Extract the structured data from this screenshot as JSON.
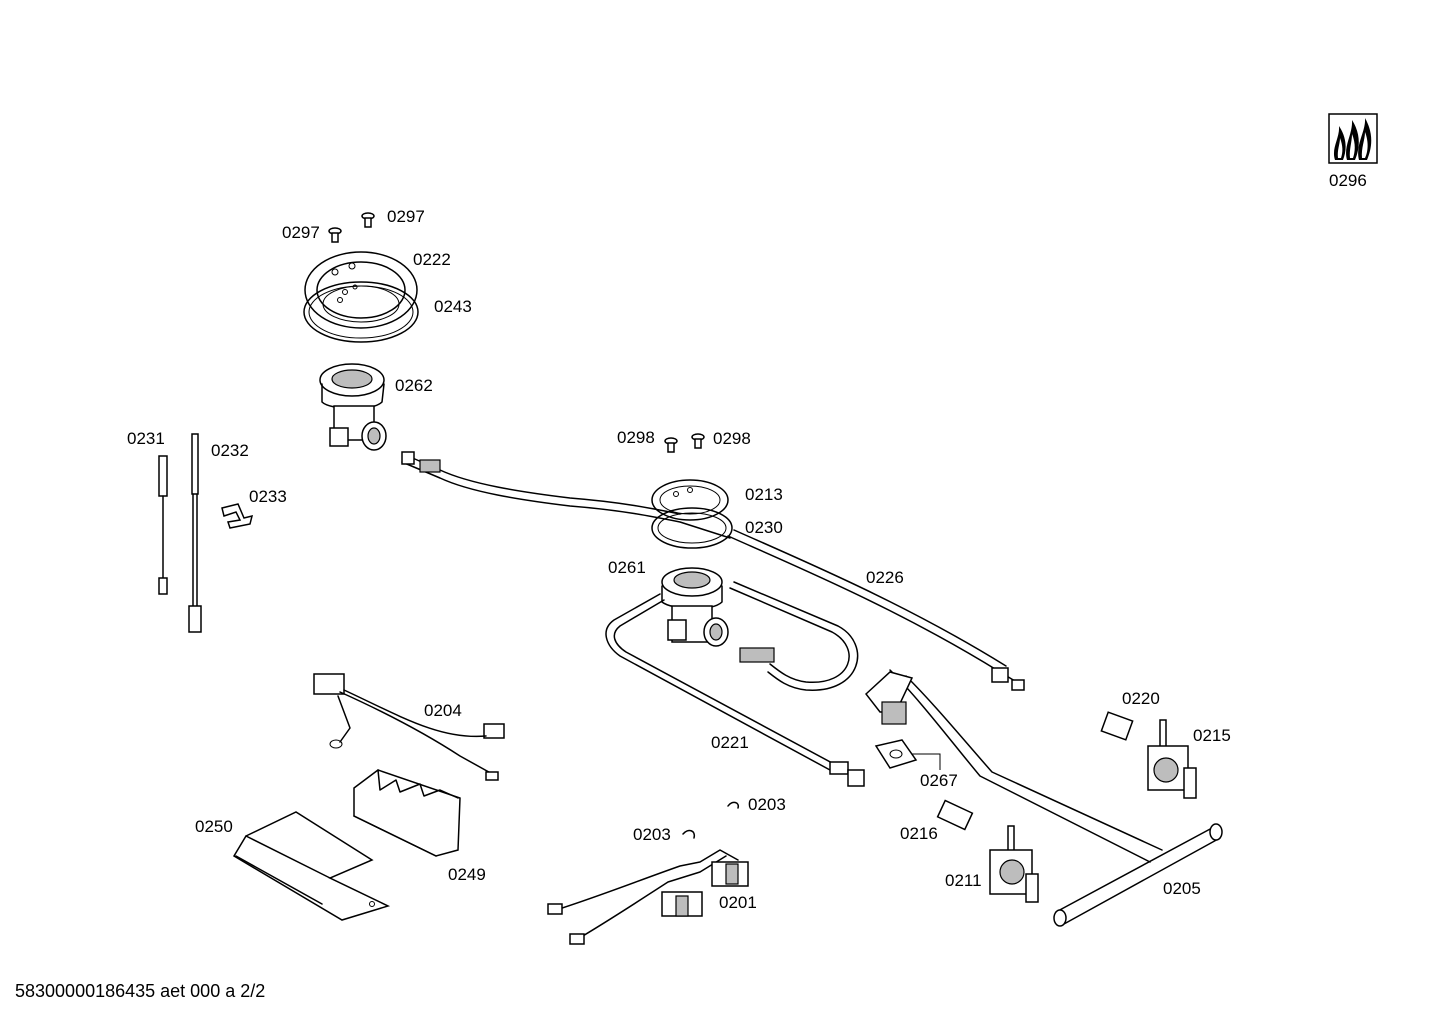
{
  "footer": {
    "doc_id": "58300000186435 aet 000 a 2/2"
  },
  "labels": {
    "l0296": "0296",
    "l0297a": "0297",
    "l0297b": "0297",
    "l0222": "0222",
    "l0243": "0243",
    "l0262": "0262",
    "l0231": "0231",
    "l0232": "0232",
    "l0233": "0233",
    "l0298a": "0298",
    "l0298b": "0298",
    "l0213": "0213",
    "l0230": "0230",
    "l0261": "0261",
    "l0226": "0226",
    "l0204": "0204",
    "l0221": "0221",
    "l0220": "0220",
    "l0215": "0215",
    "l0267": "0267",
    "l0203a": "0203",
    "l0203b": "0203",
    "l0216": "0216",
    "l0250": "0250",
    "l0249": "0249",
    "l0211": "0211",
    "l0201": "0201",
    "l0205": "0205"
  },
  "icons": {
    "gas_flame": "gas-flame-icon"
  }
}
